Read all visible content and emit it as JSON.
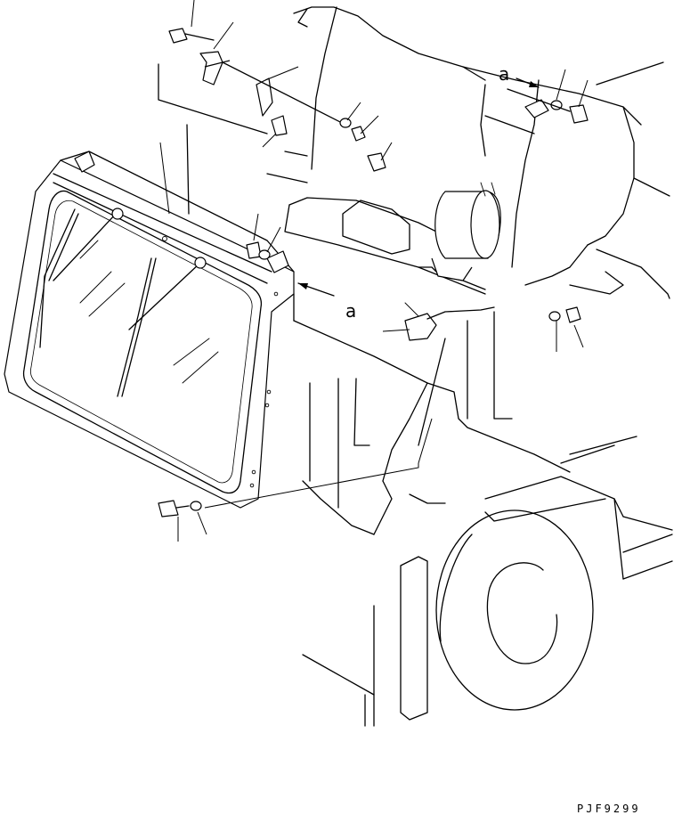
{
  "drawing": {
    "arrow_labels": [
      "a",
      "a"
    ],
    "drawing_code": "PJF9299"
  }
}
